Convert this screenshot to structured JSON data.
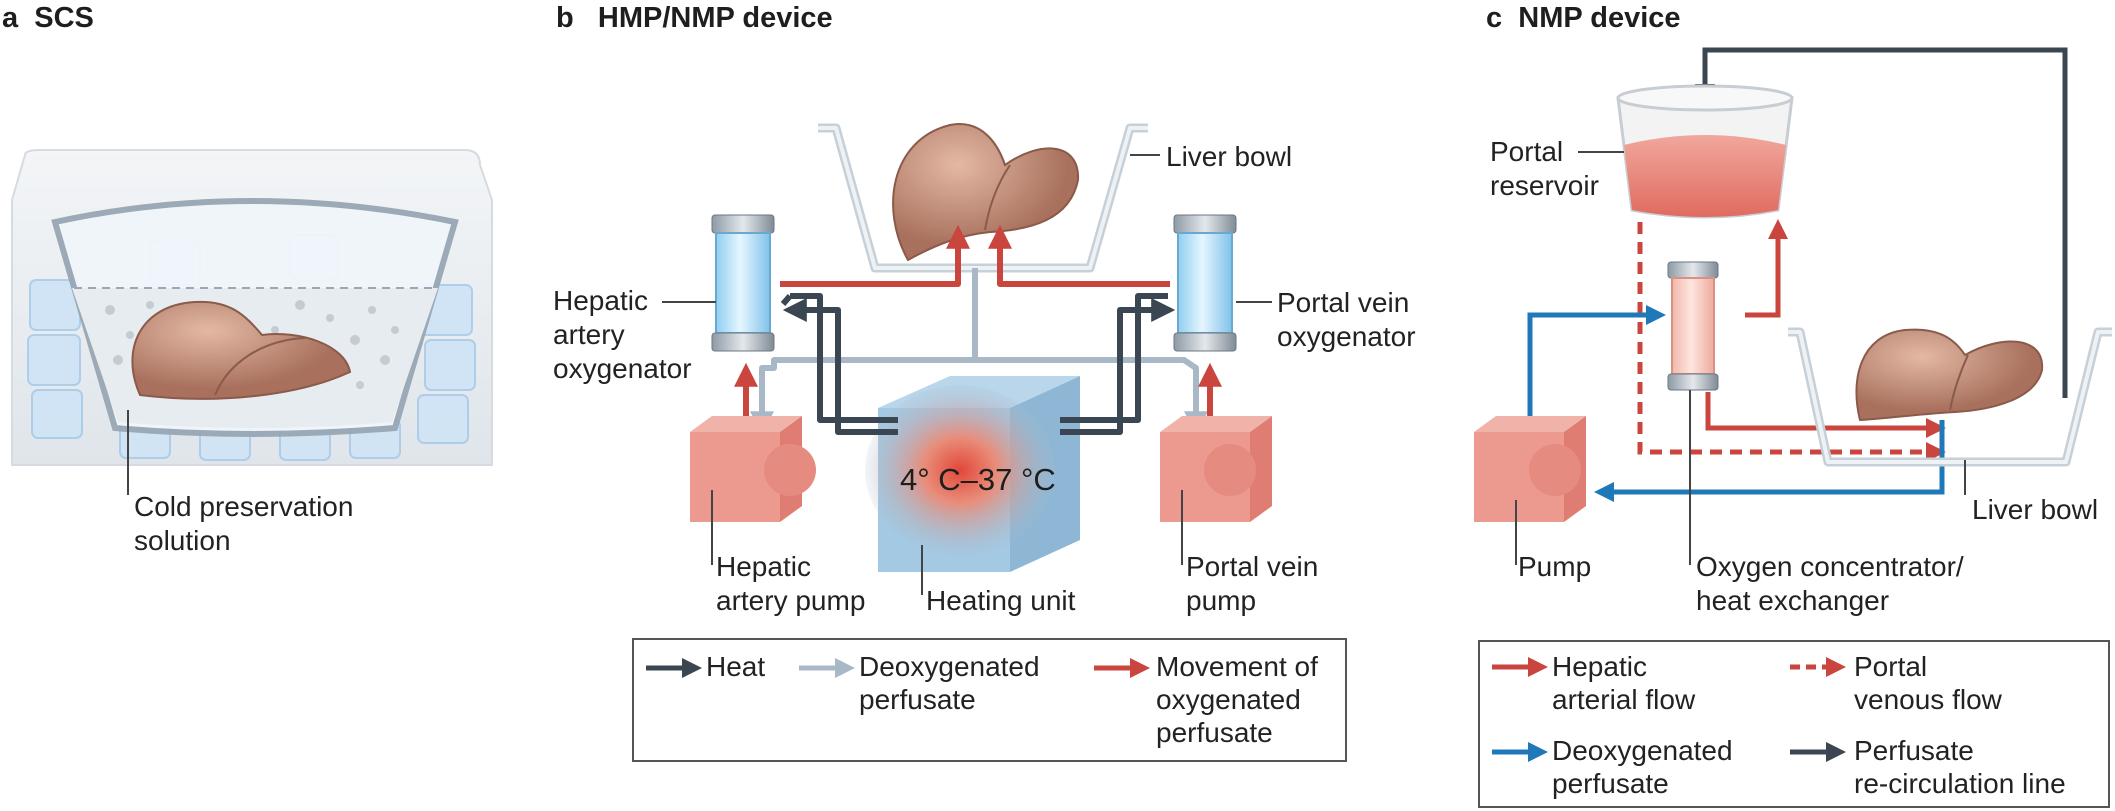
{
  "panels": {
    "a": {
      "letter": "a",
      "title": "SCS"
    },
    "b": {
      "letter": "b",
      "title": "HMP/NMP device"
    },
    "c": {
      "letter": "c",
      "title": "NMP device"
    }
  },
  "labels": {
    "cold_solution": "Cold preservation\nsolution",
    "hepatic_artery_oxygenator": "Hepatic\nartery\noxygenator",
    "portal_vein_oxygenator": "Portal vein\noxygenator",
    "liver_bowl_b": "Liver bowl",
    "hepatic_artery_pump": "Hepatic\nartery pump",
    "heating_unit": "Heating unit",
    "portal_vein_pump": "Portal vein\npump",
    "temperature": "4° C–37 °C",
    "portal_reservoir": "Portal\nreservoir",
    "pump_c": "Pump",
    "oxygen_concentrator": "Oxygen concentrator/\nheat exchanger",
    "liver_bowl_c": "Liver bowl"
  },
  "legend_b": [
    {
      "text": "Heat",
      "color": "#3a4651",
      "style": "solid"
    },
    {
      "text": "Deoxygenated\nperfusate",
      "color": "#a9b8c6",
      "style": "solid"
    },
    {
      "text": "Movement of\noxygenated\nperfusate",
      "color": "#c9453d",
      "style": "solid"
    }
  ],
  "legend_c": [
    {
      "text": "Hepatic\narterial flow",
      "color": "#c9453d",
      "style": "solid"
    },
    {
      "text": "Portal\nvenous flow",
      "color": "#c9453d",
      "style": "dashed"
    },
    {
      "text": "Deoxygenated\nperfusate",
      "color": "#1f78b8",
      "style": "solid"
    },
    {
      "text": "Perfusate\nre-circulation line",
      "color": "#3a4651",
      "style": "solid"
    }
  ],
  "colors": {
    "heat": "#3a4651",
    "deoxygenated_b": "#a9b8c6",
    "oxygenated": "#c9453d",
    "deoxygenated_c": "#1f78b8",
    "liver": "#b07a68",
    "pump": "#e0776b"
  }
}
